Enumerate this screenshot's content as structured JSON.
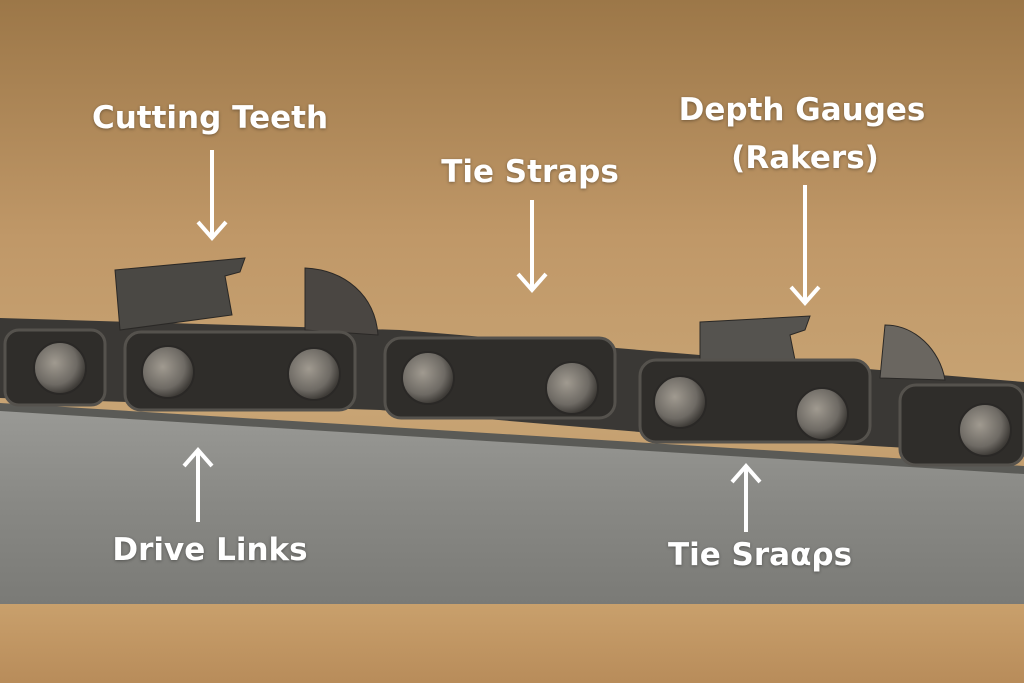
{
  "labels": {
    "cutting_teeth": "Cutting Teeth",
    "tie_straps_top": "Tie Straps",
    "depth_gauges": "Depth Gauges",
    "rakers": "(Rakers)",
    "drive_links": "Drive Links",
    "tie_straps_bottom": "Tie Sraαρs"
  },
  "colors": {
    "background": "#b48a58",
    "bar": "#8a8a86",
    "chain": "#3a3835",
    "wood": "#c49a68",
    "label": "#ffffff"
  }
}
